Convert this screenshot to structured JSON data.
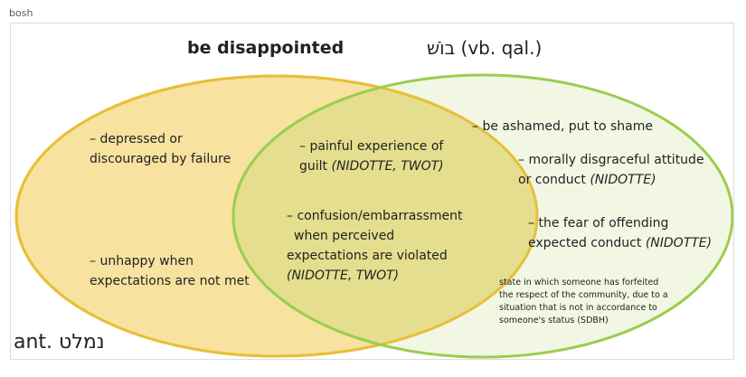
{
  "page_label": "bosh",
  "title_english": "be disappointed",
  "title_hebrew": "בוֹשׁ",
  "title_hebrew_suffix": "(vb. qal.)",
  "antonym_prefix": "ant.",
  "antonym_hebrew": "נמלט",
  "left_only": [
    {
      "lines": [
        "– depressed or",
        "discouraged by failure"
      ]
    },
    {
      "lines": [
        "– unhappy when",
        "expectations are not met"
      ]
    }
  ],
  "overlap": [
    {
      "lines": [
        "– painful experience of",
        "guilt"
      ],
      "ref": "(NIDOTTE, TWOT)"
    },
    {
      "lines": [
        "– confusion/embarrassment",
        " when perceived",
        "expectations are violated"
      ],
      "ref": "(NIDOTTE, TWOT)"
    }
  ],
  "right_only": [
    {
      "lines": [
        "– be ashamed, put to shame"
      ]
    },
    {
      "lines": [
        "– morally disgraceful attitude",
        "or conduct"
      ],
      "ref": "(NIDOTTE)"
    },
    {
      "lines": [
        "– the fear of offending",
        "expected conduct"
      ],
      "ref": "(NIDOTTE)"
    }
  ],
  "right_note": {
    "lines": [
      "state in which someone has forfeited",
      "the respect of the community, due to a",
      "situation that is not in accordance to",
      "someone's status (SDBH)"
    ]
  },
  "colors": {
    "left_fill": "#f7e2a0",
    "left_stroke": "#e8bf3a",
    "right_fill": "#eaf1d2",
    "right_stroke": "#9acd4e",
    "overlap_fill": "#e4de8e"
  }
}
